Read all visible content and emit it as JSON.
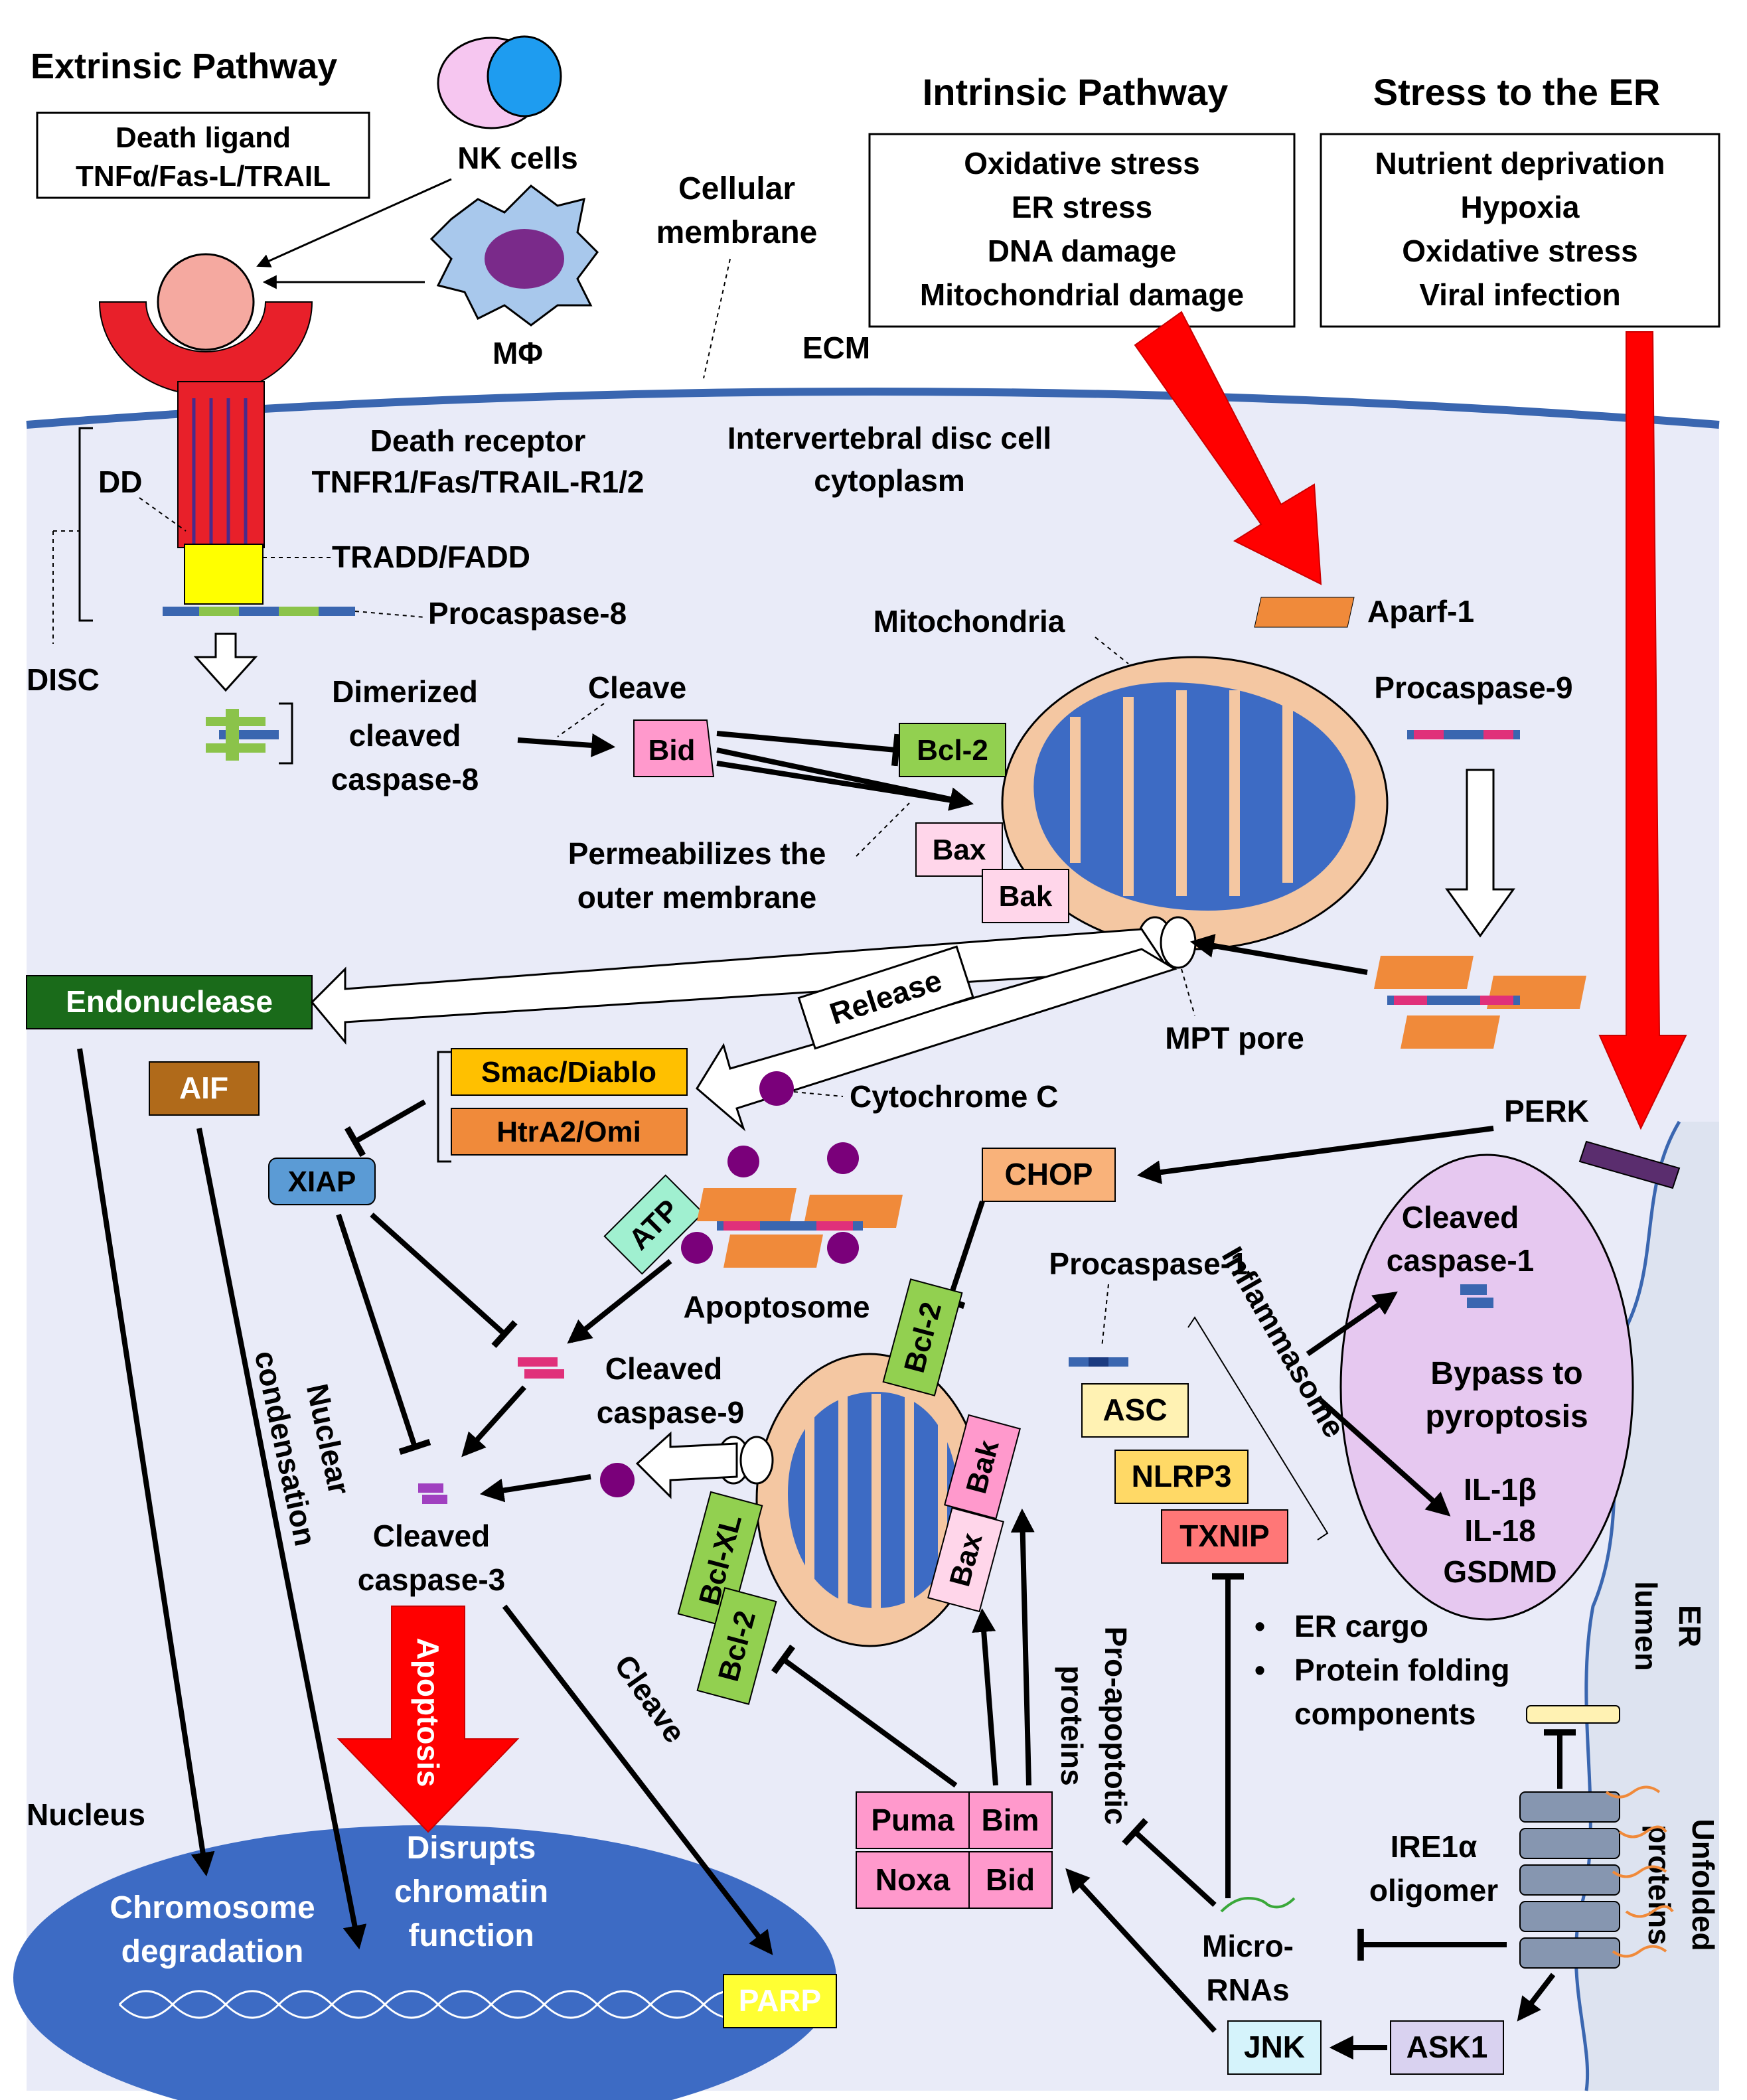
{
  "colors": {
    "cytoplasm": "#e9ebf8",
    "membrane": "#3a66b0",
    "er_lumen": "#dde3f0",
    "arrow_red": "#ff0000",
    "nucleus": "#3d6bc4",
    "mitochondria_outer": "#f4c7a2",
    "mitochondria_inner": "#3d6bc4",
    "caspase_blue": "#3a66b0",
    "caspase_pink": "#e0307a",
    "caspase_green": "#8bc34a",
    "aparf_orange": "#f08a3a",
    "bcl_green": "#92d050",
    "pink_box": "#ff99cc",
    "light_pink": "#ffd6ea",
    "endonuclease_green": "#1a6b1a",
    "aif_brown": "#b06a1a",
    "smac_yellow": "#ffc000",
    "htra_orange": "#f08a3a",
    "xiap_blue": "#5b9bd5",
    "atp_teal": "#a0f0d0",
    "chop_orange": "#f9b27a",
    "asc_yellow": "#fff2b3",
    "nlrp3_yellow": "#ffd966",
    "txnip_red": "#ff7777",
    "pyroptosis_purple": "#e6c8f0",
    "jnk_cyan": "#d5f3fb",
    "ask1_lavender": "#d9d2f0",
    "parp_yellow": "#ffff33",
    "perk_purple": "#5a2d6e"
  },
  "titles": {
    "extrinsic": "Extrinsic Pathway",
    "intrinsic": "Intrinsic Pathway",
    "er_stress": "Stress to the ER"
  },
  "death_ligand": [
    "Death ligand",
    "TNFα/Fas-L/TRAIL"
  ],
  "intrinsic_causes": [
    "Oxidative stress",
    "ER stress",
    "DNA damage",
    "Mitochondrial  damage"
  ],
  "er_causes": [
    "Nutrient deprivation",
    "Hypoxia",
    "Oxidative stress",
    "Viral infection"
  ],
  "labels": {
    "nk_cells": "NK cells",
    "macrophage": "MΦ",
    "cellular_membrane": [
      "Cellular",
      "membrane"
    ],
    "ecm": "ECM",
    "death_receptor": [
      "Death receptor",
      "TNFR1/Fas/TRAIL-R1/2"
    ],
    "cytoplasm": [
      "Intervertebral disc cell",
      "cytoplasm"
    ],
    "dd": "DD",
    "disc": "DISC",
    "tradd": "TRADD/FADD",
    "procaspase8": "Procaspase-8",
    "aparf": "Aparf-1",
    "mitochondria": "Mitochondria",
    "procaspase9": "Procaspase-9",
    "dimerized": [
      "Dimerized",
      "cleaved",
      "caspase-8"
    ],
    "cleave_top": "Cleave",
    "bid": "Bid",
    "bcl2": "Bcl-2",
    "bax": "Bax",
    "bak": "Bak",
    "permeabilizes": [
      "Permeabilizes the",
      "outer membrane"
    ],
    "endonuclease": "Endonuclease",
    "release": "Release",
    "mpt_pore": "MPT pore",
    "aif": "AIF",
    "smac": "Smac/Diablo",
    "htra": "HtrA2/Omi",
    "cytochrome": "Cytochrome C",
    "perk": "PERK",
    "xiap": "XIAP",
    "chop": "CHOP",
    "atp": "ATP",
    "apoptosome": "Apoptosome",
    "cleaved_casp1": [
      "Cleaved",
      "caspase-1"
    ],
    "procaspase1": "Procaspase-1",
    "inflammasome": "Inflammasome",
    "cleaved_casp9": [
      "Cleaved",
      "caspase-9"
    ],
    "nuclear_condensation": [
      "Nuclear",
      "condensation"
    ],
    "bypass": [
      "Bypass to",
      "pyroptosis"
    ],
    "asc": "ASC",
    "nlrp3": "NLRP3",
    "txnip": "TXNIP",
    "cytokines": [
      "IL-1β",
      "IL-18",
      "GSDMD"
    ],
    "cleaved_casp3": [
      "Cleaved",
      "caspase-3"
    ],
    "bclxl": "Bcl-XL",
    "apoptosis": "Apoptosis",
    "cleave_bottom": "Cleave",
    "pro_apoptotic": [
      "Pro-apoptotic",
      "proteins"
    ],
    "er_cargo": [
      "ER cargo",
      "Protein folding",
      "components"
    ],
    "er_lumen": [
      "ER",
      "lumen"
    ],
    "unfolded": [
      "Unfolded",
      "proteins"
    ],
    "nucleus": "Nucleus",
    "puma": "Puma",
    "bim": "Bim",
    "noxa": "Noxa",
    "bid2": "Bid",
    "ire1": [
      "IRE1α",
      "oligomer"
    ],
    "disrupts": [
      "Disrupts",
      "chromatin",
      "function"
    ],
    "chromosome": [
      "Chromosome",
      "degradation"
    ],
    "micrornas": [
      "Micro-",
      "RNAs"
    ],
    "parp": "PARP",
    "jnk": "JNK",
    "ask1": "ASK1"
  }
}
